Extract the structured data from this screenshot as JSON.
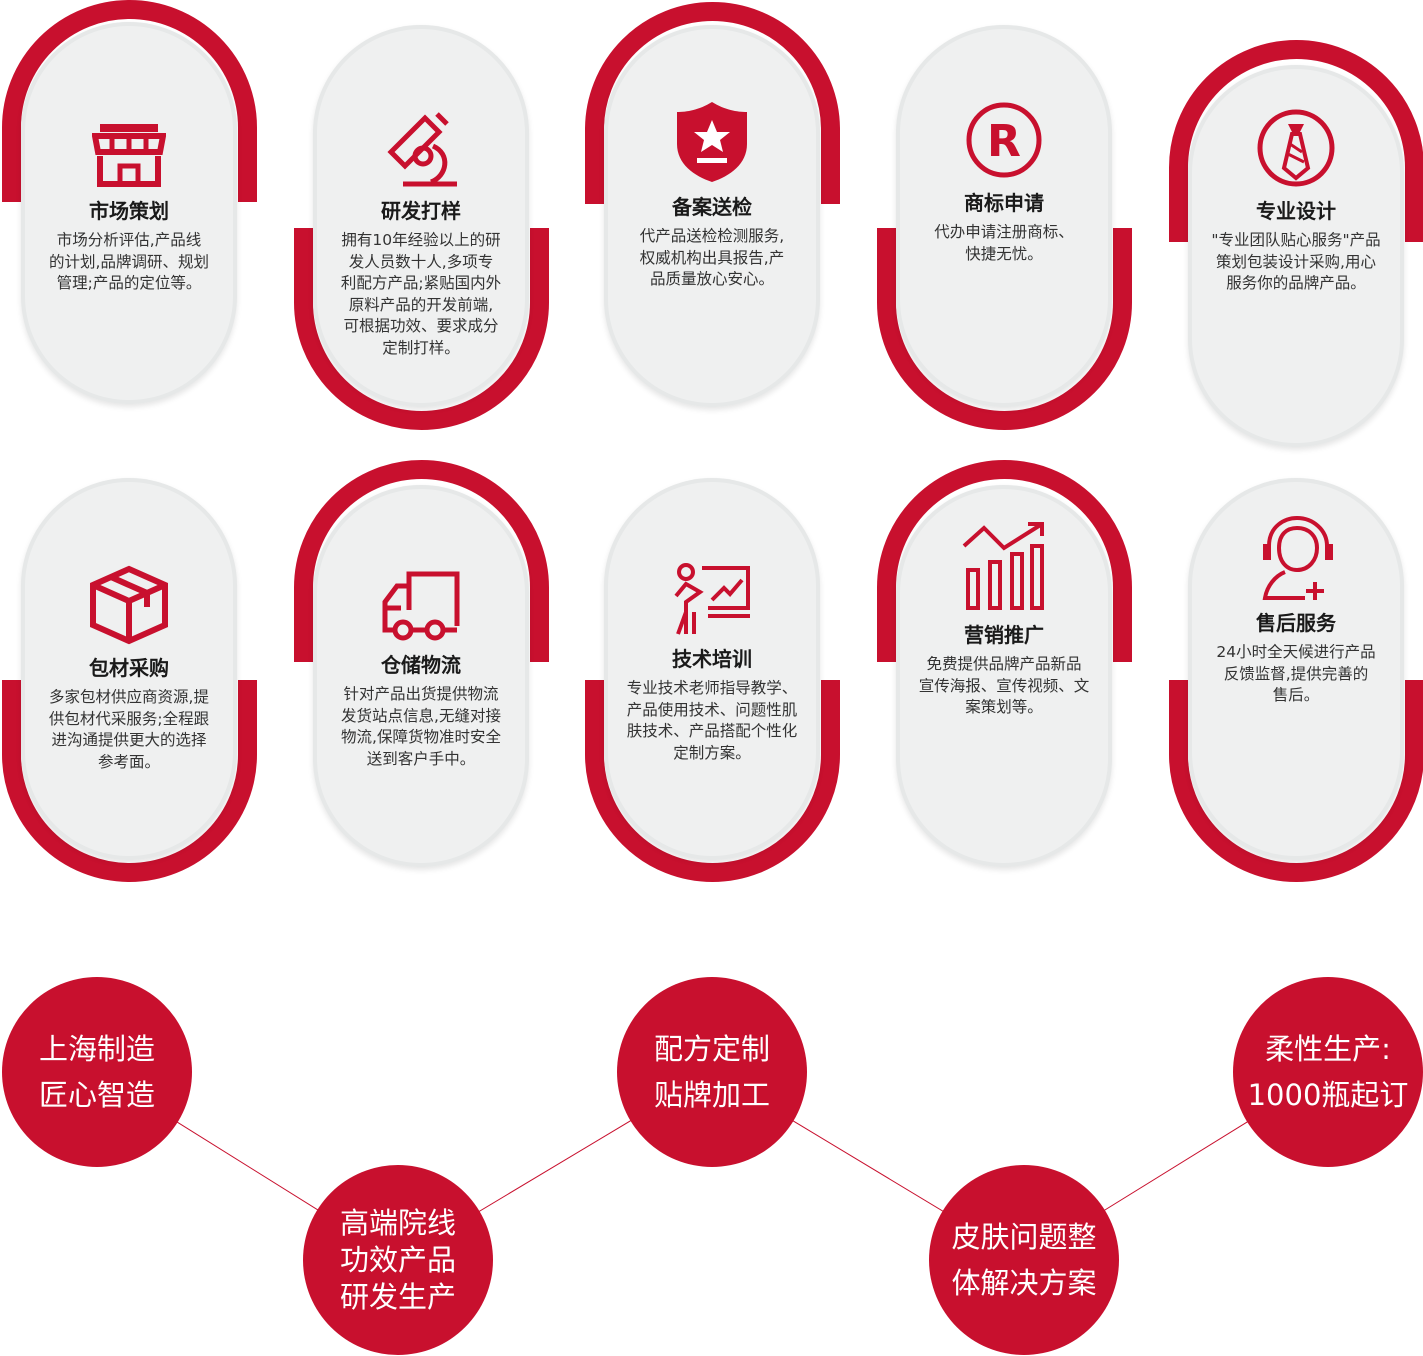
{
  "accent_color": "#c8102e",
  "services": [
    {
      "title": "市场策划",
      "icon": "storefront-icon",
      "desc": [
        "市场分析评估,产品线",
        "的计划,品牌调研、规划",
        "管理;产品的定位等。"
      ]
    },
    {
      "title": "研发打样",
      "icon": "microscope-icon",
      "desc": [
        "拥有10年经验以上的研",
        "发人员数十人,多项专",
        "利配方产品;紧贴国内外",
        "原料产品的开发前端,",
        "可根据功效、要求成分",
        "定制打样。"
      ]
    },
    {
      "title": "备案送检",
      "icon": "shield-star-icon",
      "desc": [
        "代产品送检检测服务,",
        "权威机构出具报告,产",
        "品质量放心安心。"
      ]
    },
    {
      "title": "商标申请",
      "icon": "registered-trademark-icon",
      "desc": [
        "代办申请注册商标、",
        "快捷无忧。"
      ]
    },
    {
      "title": "专业设计",
      "icon": "necktie-icon",
      "desc": [
        "\"专业团队贴心服务\"产品",
        "策划包装设计采购,用心",
        "服务你的品牌产品。"
      ]
    },
    {
      "title": "包材采购",
      "icon": "package-box-icon",
      "desc": [
        "多家包材供应商资源,提",
        "供包材代采服务;全程跟",
        "进沟通提供更大的选择",
        "参考面。"
      ]
    },
    {
      "title": "仓储物流",
      "icon": "delivery-truck-icon",
      "desc": [
        "针对产品出货提供物流",
        "发货站点信息,无缝对接",
        "物流,保障货物准时安全",
        "送到客户手中。"
      ]
    },
    {
      "title": "技术培训",
      "icon": "teacher-board-icon",
      "desc": [
        "专业技术老师指导教学、",
        "产品使用技术、问题性肌",
        "肤技术、产品搭配个性化",
        "定制方案。"
      ]
    },
    {
      "title": "营销推广",
      "icon": "growth-chart-icon",
      "desc": [
        "免费提供品牌产品新品",
        "宣传海报、宣传视频、文",
        "案策划等。"
      ]
    },
    {
      "title": "售后服务",
      "icon": "customer-support-icon",
      "desc": [
        "24小时全天候进行产品",
        "反馈监督,提供完善的",
        "售后。"
      ]
    }
  ],
  "highlights": [
    {
      "lines": [
        "上海制造",
        "匠心智造"
      ]
    },
    {
      "lines": [
        "高端院线",
        "功效产品",
        "研发生产"
      ]
    },
    {
      "lines": [
        "配方定制",
        "贴牌加工"
      ]
    },
    {
      "lines": [
        "皮肤问题整",
        "体解决方案"
      ]
    },
    {
      "lines": [
        "柔性生产:",
        "1000瓶起订"
      ]
    }
  ]
}
